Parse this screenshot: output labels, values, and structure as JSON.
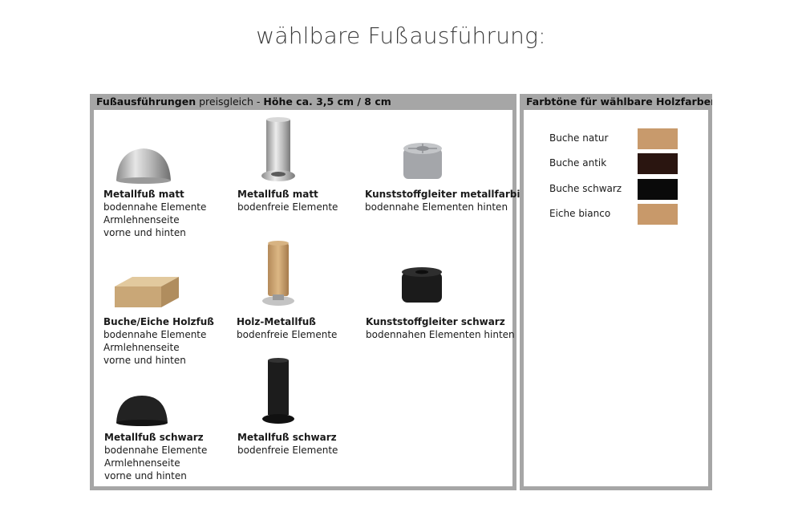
{
  "title": "wählbare Fußausführung:",
  "left_panel": {
    "header_bold": "Fußausführungen",
    "header_normal": " preisgleich - ",
    "header_bold2": "Höhe ca. 3,5 cm / 8 cm"
  },
  "items": [
    {
      "name": "Metallfuß matt",
      "lines": [
        "bodennahe Elemente",
        "Armlehnenseite",
        "vorne und hinten"
      ],
      "icon": "metal-dome-foot-icon"
    },
    {
      "name": "Metallfuß matt",
      "lines": [
        "bodenfreie Elemente"
      ],
      "icon": "metal-cylinder-foot-icon"
    },
    {
      "name": "Kunststoffgleiter metallfarbig",
      "lines": [
        "bodennahe Elementen hinten"
      ],
      "icon": "grey-glider-icon"
    },
    {
      "name": "Buche/Eiche Holzfuß",
      "lines": [
        "bodennahe Elemente",
        "Armlehnenseite",
        "vorne und hinten"
      ],
      "icon": "wood-block-foot-icon"
    },
    {
      "name": "Holz-Metallfuß",
      "lines": [
        "bodenfreie Elemente"
      ],
      "icon": "wood-metal-foot-icon"
    },
    {
      "name": "Kunststoffgleiter schwarz",
      "lines": [
        "bodennahen Elementen hinten"
      ],
      "icon": "black-glider-icon"
    },
    {
      "name": "Metallfuß schwarz",
      "lines": [
        "bodennahe Elemente",
        "Armlehnenseite",
        "vorne und hinten"
      ],
      "icon": "black-dome-foot-icon"
    },
    {
      "name": "Metallfuß schwarz",
      "lines": [
        "bodenfreie Elemente"
      ],
      "icon": "black-cylinder-foot-icon"
    }
  ],
  "right_panel": {
    "header": "Farbtöne für wählbare Holzfarben",
    "swatches": [
      {
        "label": "Buche natur",
        "color": "#c89a6c"
      },
      {
        "label": "Buche antik",
        "color": "#2a1510"
      },
      {
        "label": "Buche schwarz",
        "color": "#0a0a0a"
      },
      {
        "label": "Eiche bianco",
        "color": "#c8996a"
      }
    ]
  }
}
